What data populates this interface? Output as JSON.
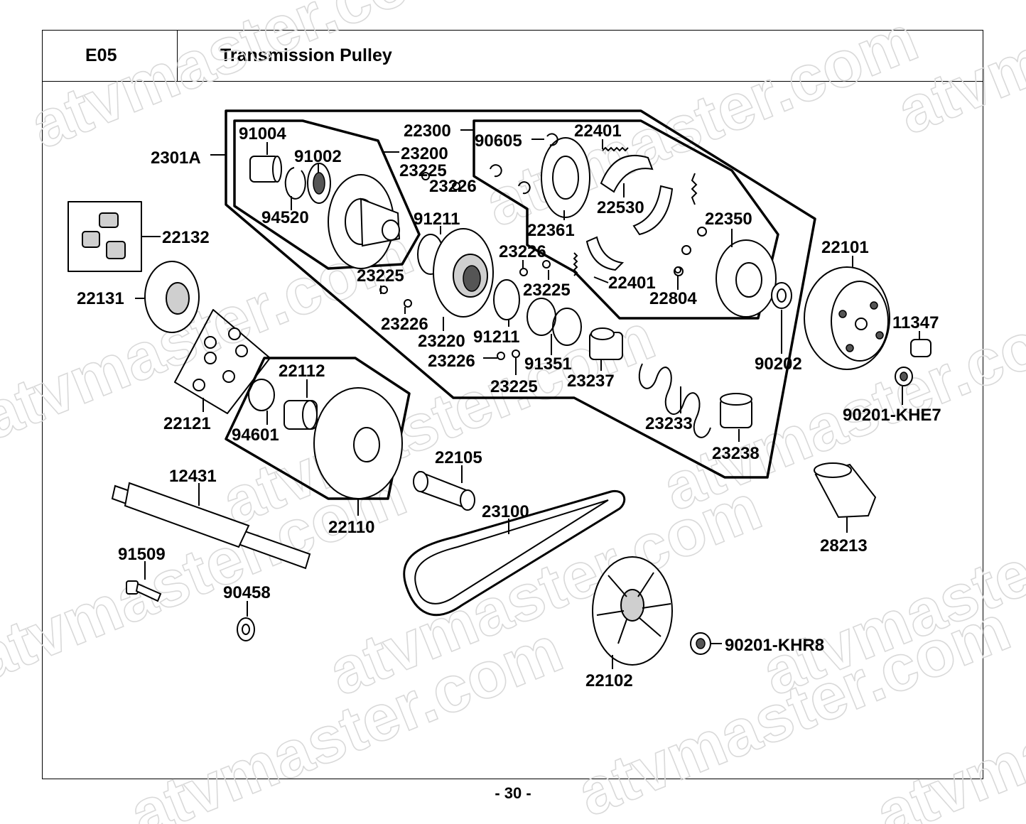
{
  "header": {
    "code": "E05",
    "title": "Transmission Pulley"
  },
  "page_number": "- 30 -",
  "watermark": "atvmaster.com",
  "callouts": {
    "c2301A": "2301A",
    "c91004": "91004",
    "c91002": "91002",
    "c94520": "94520",
    "c23200": "23200",
    "c23225a": "23225",
    "c23226a": "23226",
    "c91211a": "91211",
    "c22300": "22300",
    "c90605": "90605",
    "c22401a": "22401",
    "c22530": "22530",
    "c22361": "22361",
    "c22350": "22350",
    "c22132": "22132",
    "c22131": "22131",
    "c23225b": "23225",
    "c23226b": "23226",
    "c23220": "23220",
    "c23226c": "23226",
    "c23225c": "23225",
    "c22401b": "22401",
    "c22804": "22804",
    "c91211b": "91211",
    "c23226d": "23226",
    "c23225d": "23225",
    "c91351": "91351",
    "c23237": "23237",
    "c22101": "22101",
    "c11347": "11347",
    "c90202": "90202",
    "c90201KHE7": "90201-KHE7",
    "c22112": "22112",
    "c22121": "22121",
    "c94601": "94601",
    "c23233": "23233",
    "c23238": "23238",
    "c22105": "22105",
    "c12431": "12431",
    "c23100": "23100",
    "c22110": "22110",
    "c28213": "28213",
    "c91509": "91509",
    "c90458": "90458",
    "c90201KHR8": "90201-KHR8",
    "c22102": "22102"
  }
}
